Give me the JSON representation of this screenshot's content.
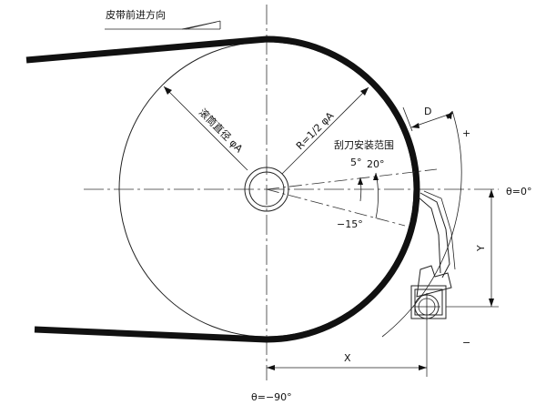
{
  "labels": {
    "belt_direction": "皮带前进方向",
    "drum_diameter": "滚筒直径 φA",
    "radius": "R=1/2  φA",
    "scraper_range": "刮刀安装范围",
    "angle_5": "5°",
    "angle_20": "20°",
    "angle_neg15": "−15°",
    "dim_d": "D",
    "dim_x": "X",
    "dim_y": "Y",
    "theta_zero": "θ=0°",
    "theta_neg90": "θ=−90°",
    "plus": "+",
    "minus": "−"
  }
}
